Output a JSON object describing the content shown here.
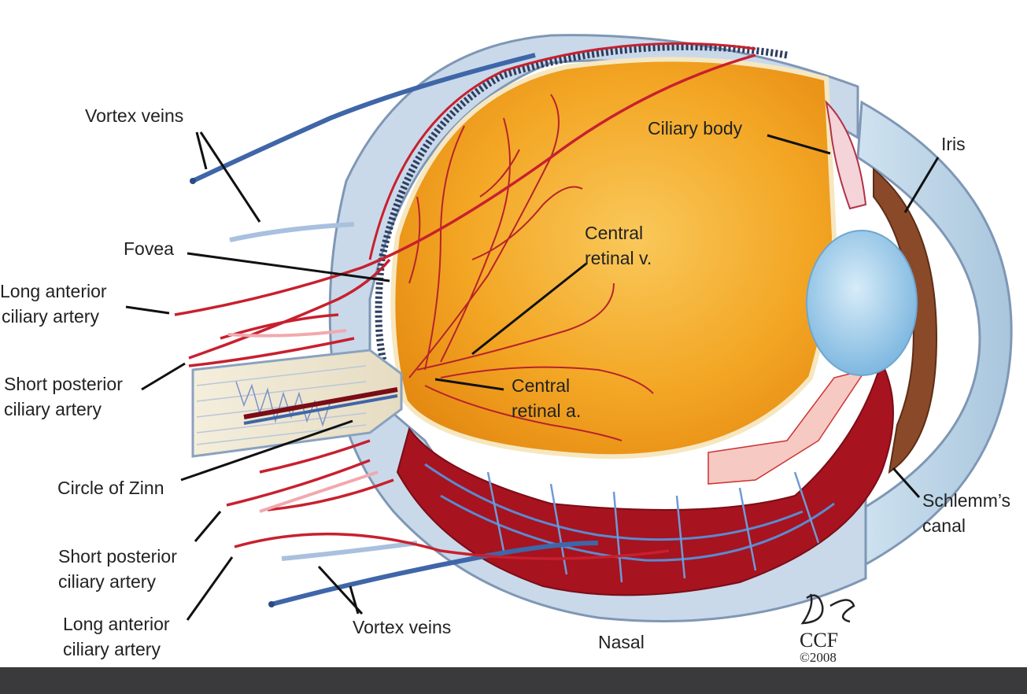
{
  "labels": {
    "vortex_veins_top": "Vortex veins",
    "fovea": "Fovea",
    "long_anterior_top_1": "Long anterior",
    "long_anterior_top_2": "ciliary artery",
    "short_posterior_top_1": "Short posterior",
    "short_posterior_top_2": "ciliary artery",
    "circle_of_zinn": "Circle of Zinn",
    "short_posterior_bottom_1": "Short posterior",
    "short_posterior_bottom_2": "ciliary artery",
    "long_anterior_bottom_1": "Long anterior",
    "long_anterior_bottom_2": "ciliary artery",
    "vortex_veins_bottom": "Vortex veins",
    "nasal": "Nasal",
    "ciliary_body": "Ciliary body",
    "iris": "Iris",
    "central_retinal_v_1": "Central",
    "central_retinal_v_2": "retinal v.",
    "central_retinal_a_1": "Central",
    "central_retinal_a_2": "retinal a.",
    "schlemm_1": "Schlemm’s",
    "schlemm_2": "canal"
  },
  "credit": {
    "signature": "DS",
    "org": "CCF",
    "year": "©2008"
  },
  "colors": {
    "vitreous": "#f2a21e",
    "vitreous_light": "#f8c24a",
    "sclera": "#c9d9ea",
    "sclera_edge": "#7f97b5",
    "artery": "#c8202e",
    "vein": "#3f66a8",
    "lens": "#8ec6ea",
    "iris": "#8a4a2a",
    "choroid": "#a7131f",
    "bottom_bar": "#3a3a3c"
  }
}
